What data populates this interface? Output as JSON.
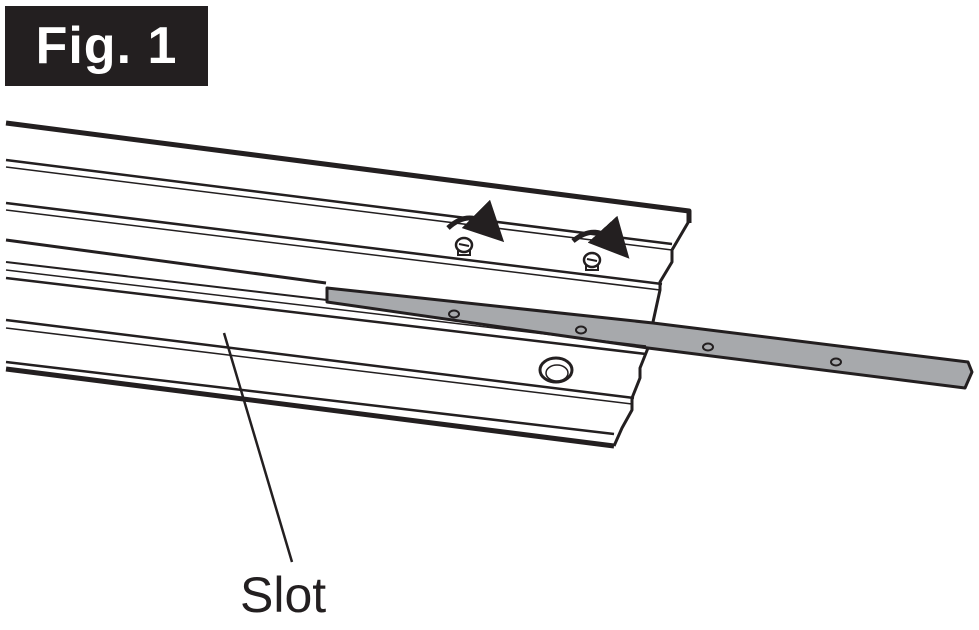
{
  "figure": {
    "label": "Fig. 1"
  },
  "callouts": {
    "slot": "Slot"
  },
  "colors": {
    "ink": "#231f20",
    "paper": "#ffffff",
    "insert_strip": "#a7a9ac"
  },
  "icons": {
    "rotation": "curved-arrow-clockwise",
    "fastener": "screw"
  }
}
